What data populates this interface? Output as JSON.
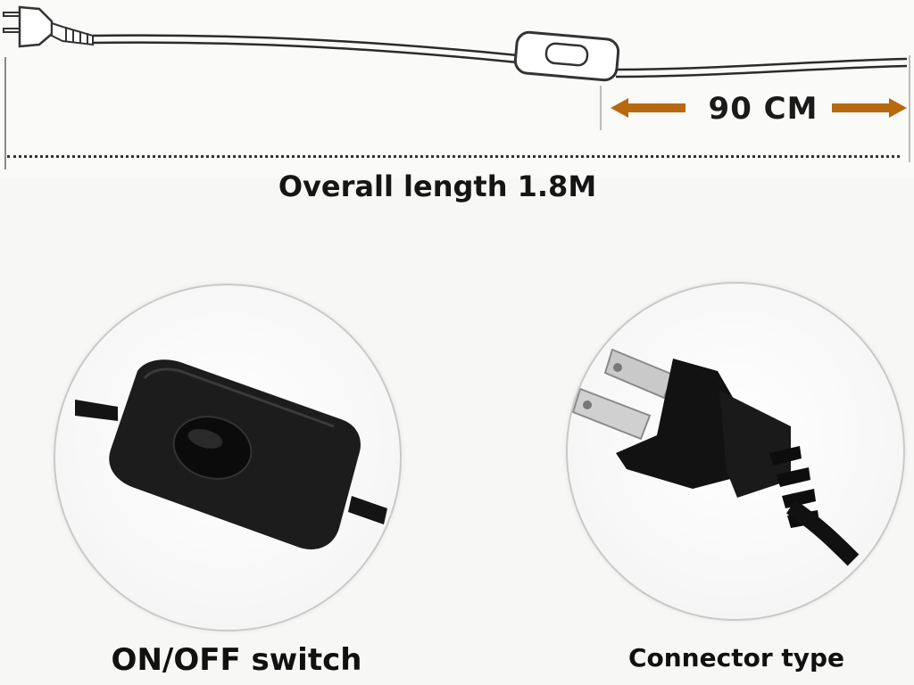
{
  "labels": {
    "segment_length": "90 CM",
    "overall_length": "Overall length 1.8M",
    "switch_caption": "ON/OFF switch",
    "connector_caption": "Connector type"
  },
  "colors": {
    "arrow": "#b8690f",
    "cord": "#2b2b2b",
    "switch_body": "#1c1c1c",
    "plug_blade": "#c9c9c9"
  },
  "icons": {
    "switch_closeup": "inline-switch-icon",
    "plug_closeup": "two-prong-plug-icon"
  }
}
